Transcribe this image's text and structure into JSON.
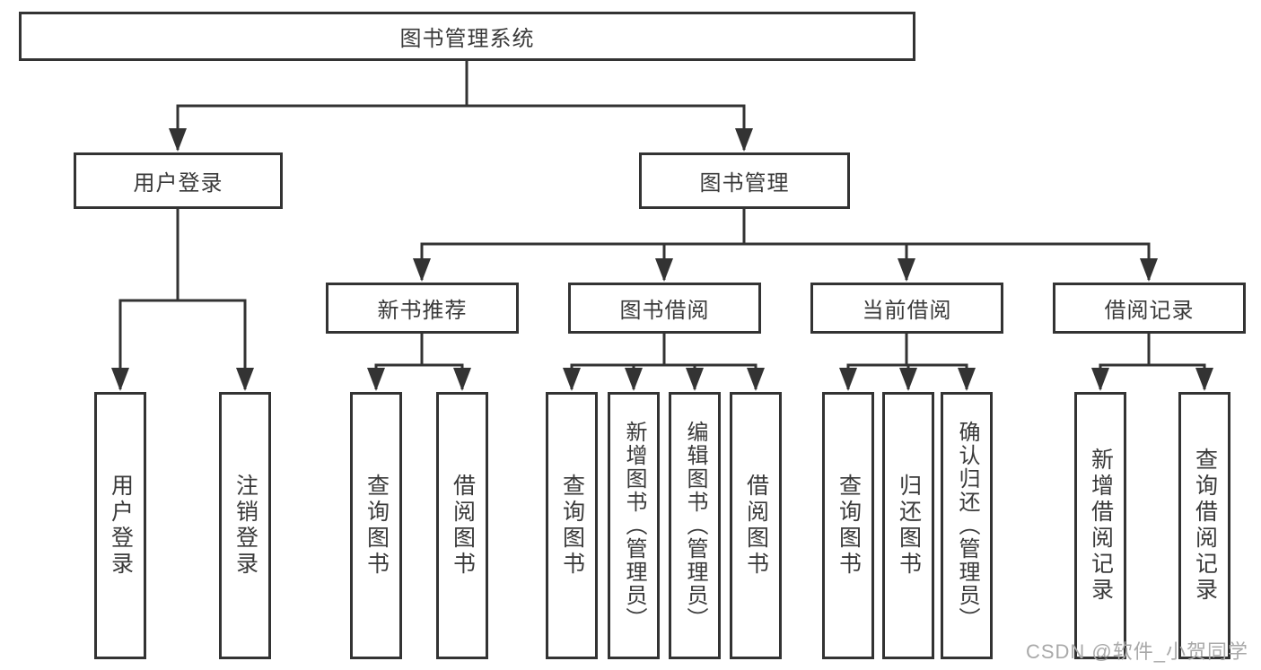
{
  "diagram": {
    "type": "hierarchy-tree",
    "colors": {
      "line": "#333333",
      "box_border": "#333333",
      "box_fill": "#ffffff",
      "text": "#3a3a3a",
      "watermark": "#a9a9a9",
      "background": "#ffffff"
    }
  },
  "tree": {
    "label": "图书管理系统",
    "children": [
      {
        "label": "用户登录",
        "children": [
          {
            "label": "用户登录"
          },
          {
            "label": "注销登录"
          }
        ]
      },
      {
        "label": "图书管理",
        "children": [
          {
            "label": "新书推荐",
            "children": [
              {
                "label": "查询图书"
              },
              {
                "label": "借阅图书"
              }
            ]
          },
          {
            "label": "图书借阅",
            "children": [
              {
                "label": "查询图书"
              },
              {
                "label": "新增图书（管理员）"
              },
              {
                "label": "编辑图书（管理员）"
              },
              {
                "label": "借阅图书"
              }
            ]
          },
          {
            "label": "当前借阅",
            "children": [
              {
                "label": "查询图书"
              },
              {
                "label": "归还图书"
              },
              {
                "label": "确认归还（管理员）"
              }
            ]
          },
          {
            "label": "借阅记录",
            "children": [
              {
                "label": "新增借阅记录"
              },
              {
                "label": "查询借阅记录"
              }
            ]
          }
        ]
      }
    ]
  },
  "watermark": {
    "text": "CSDN @软件_小贺同学"
  }
}
